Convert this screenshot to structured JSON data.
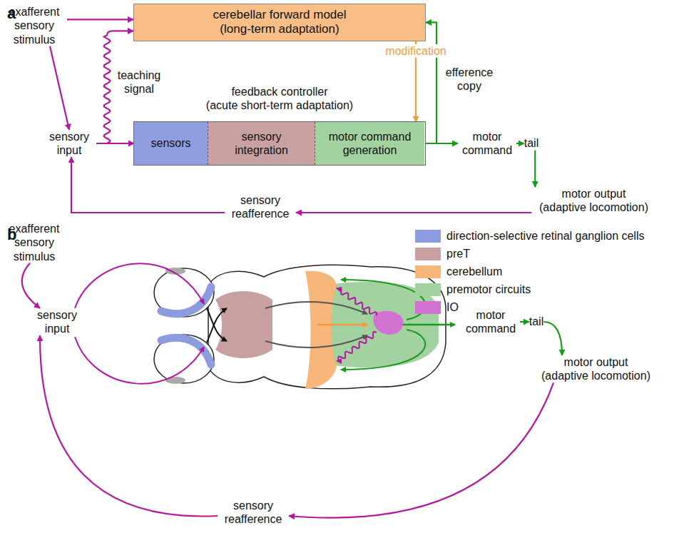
{
  "diagram": {
    "nodes": [
      {
        "text": [
          "exafferent sensory stimulus"
        ]
      },
      {
        "text": [
          "cerebellar forward model",
          "(long-term adaptation)"
        ]
      },
      {
        "text": [
          "feedback controller",
          "(acute short-term adaptation)"
        ]
      },
      {
        "text": [
          "sensors"
        ],
        "in": 2
      },
      {
        "text": [
          "sensory integration"
        ],
        "in": 2
      },
      {
        "text": [
          "motor command generation"
        ],
        "in": 2
      },
      {
        "text": [
          "sensory input"
        ]
      },
      {
        "text": [
          "motor command"
        ]
      },
      {
        "text": [
          "tail"
        ]
      },
      {
        "text": [
          "motor output",
          "(adaptive locomotion)"
        ]
      },
      {
        "text": [
          "sensory reafference"
        ]
      },
      {
        "text": [
          "exafferent sensory stimulus"
        ]
      },
      {
        "text": [
          "sensory input"
        ]
      },
      {
        "text": [
          "motor command"
        ]
      },
      {
        "text": [
          "tail"
        ]
      },
      {
        "text": [
          "motor output",
          "(adaptive locomotion)"
        ]
      },
      {
        "text": [
          "sensory reafference"
        ]
      }
    ],
    "edges": [
      {
        "from": 0,
        "to": 6,
        "arrow": "to"
      },
      {
        "from": 0,
        "to": 1,
        "arrow": "to"
      },
      {
        "from": 6,
        "to": 3,
        "arrow": "to"
      },
      {
        "from": 6,
        "to": 1,
        "label": "teaching signal",
        "arrow": "to"
      },
      {
        "from": 3,
        "to": 4,
        "arrow": "to"
      },
      {
        "from": 4,
        "to": 5,
        "arrow": "to"
      },
      {
        "from": 1,
        "to": 5,
        "label": "modification",
        "arrow": "to"
      },
      {
        "from": 5,
        "to": 1,
        "label": "efference copy",
        "arrow": "to"
      },
      {
        "from": 5,
        "to": 7,
        "arrow": "to"
      },
      {
        "from": 7,
        "to": 8,
        "arrow": "to"
      },
      {
        "from": 8,
        "to": 9,
        "arrow": "to"
      },
      {
        "from": 9,
        "to": 10,
        "arrow": "to"
      },
      {
        "from": 10,
        "to": 6,
        "arrow": "to"
      },
      {
        "from": 11,
        "to": 12,
        "arrow": "to"
      },
      {
        "from": 13,
        "to": 14,
        "arrow": "to"
      },
      {
        "from": 14,
        "to": 15,
        "arrow": "to"
      },
      {
        "from": 15,
        "to": 16,
        "arrow": "to"
      },
      {
        "from": 16,
        "to": 12,
        "arrow": "to"
      }
    ],
    "labels": [
      "a",
      "b"
    ],
    "legend": [
      {
        "text": "direction-selective retinal ganglion cells",
        "color": "#8d9cdf"
      },
      {
        "text": "preT",
        "color": "#c8a0a0"
      },
      {
        "text": "cerebellum",
        "color": "#f7b77a"
      },
      {
        "text": "premotor circuits",
        "color": "#a2d2a0"
      },
      {
        "text": "IO",
        "color": "#d172d1"
      }
    ]
  }
}
